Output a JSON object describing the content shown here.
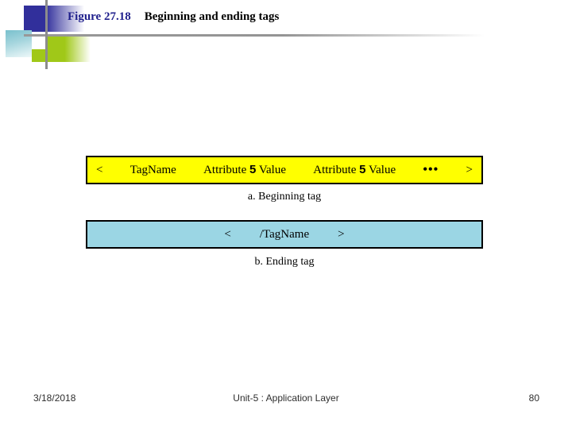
{
  "slide": {
    "title": {
      "figure_label": "Figure 27.18",
      "title_text": "Beginning and ending tags"
    },
    "diagram": {
      "beginning_tag_box": {
        "open_bracket": "<",
        "tag_name": "TagName",
        "attr1": {
          "name": "Attribute",
          "eq": "5",
          "value": "Value"
        },
        "attr2": {
          "name": "Attribute",
          "eq": "5",
          "value": "Value"
        },
        "ellipsis": "•••",
        "close_bracket": ">",
        "fill_color": "#FFFF00"
      },
      "beginning_caption": "a. Beginning tag",
      "ending_tag_box": {
        "open_bracket": "<",
        "tag_name": "/TagName",
        "close_bracket": ">",
        "fill_color": "#9BD6E4"
      },
      "ending_caption": "b. Ending tag"
    },
    "footer": {
      "date": "3/18/2018",
      "center": "Unit-5 : Application Layer",
      "page_number": "80"
    },
    "colors": {
      "title_blue": "#1F1F8C",
      "logo_blue": "#312F9B",
      "logo_teal": "#79C0CD",
      "logo_green": "#A0C818",
      "line_gray": "#8C8C8C"
    }
  }
}
